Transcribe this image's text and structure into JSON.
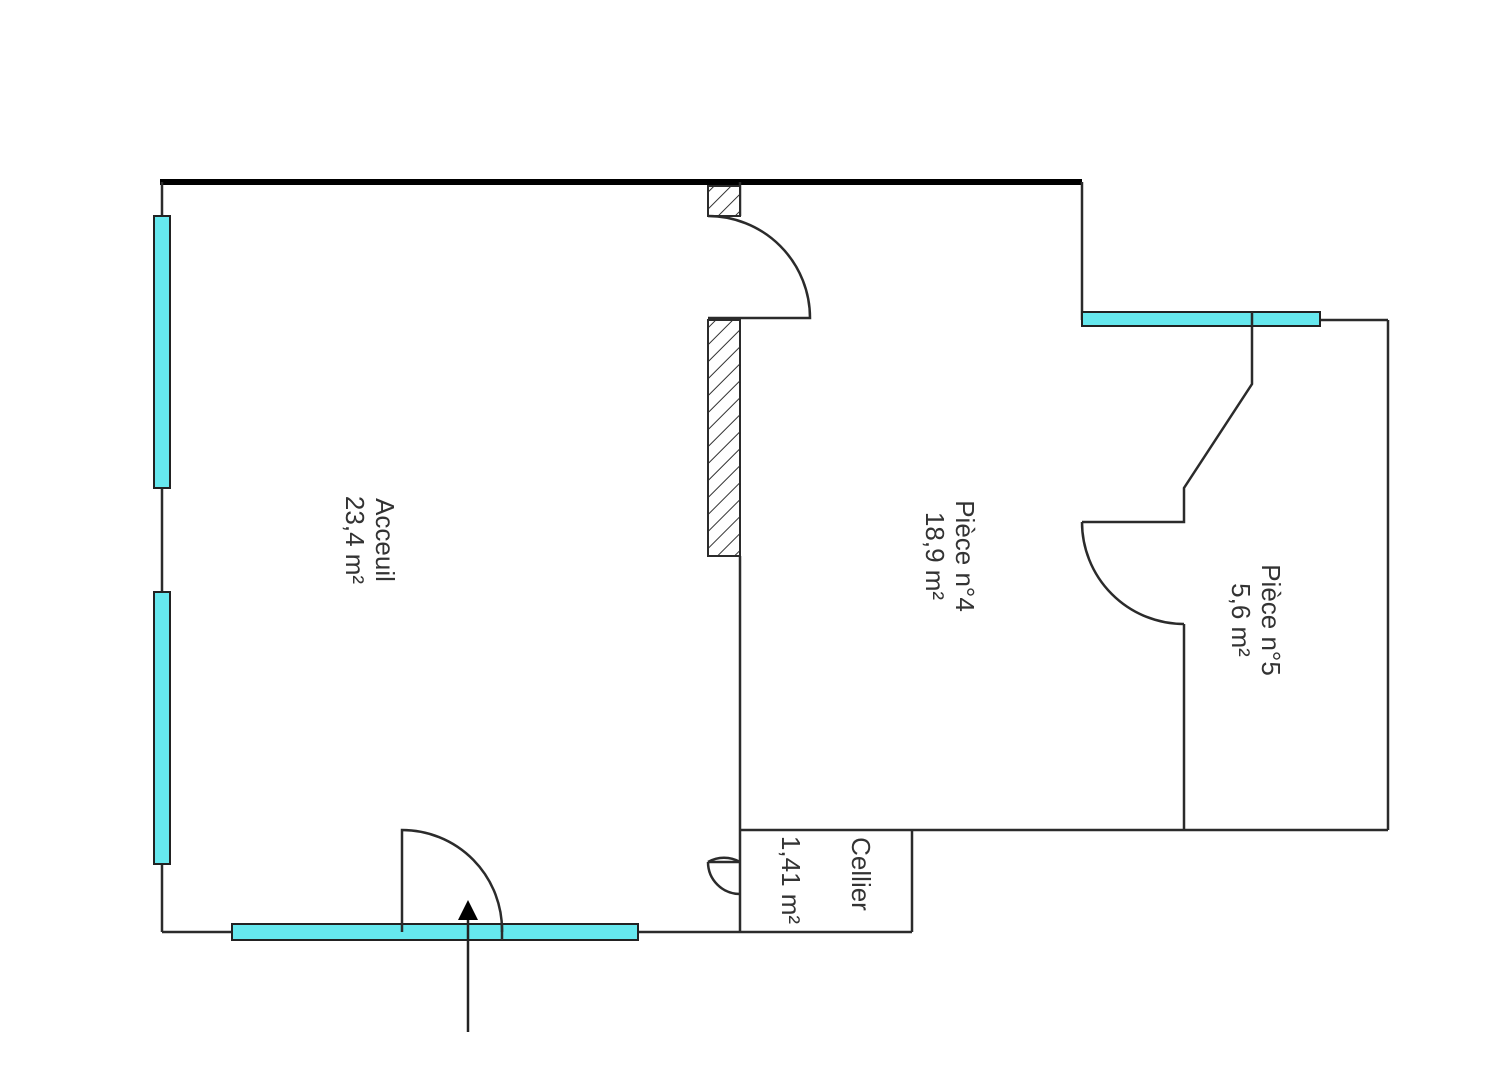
{
  "colors": {
    "window": "#66e8ee",
    "wall": "#2b2b2b",
    "hatch_fill": "#ffffff"
  },
  "rooms": [
    {
      "id": "acceuil",
      "name": "Acceuil",
      "area": "23,4  m²"
    },
    {
      "id": "piece4",
      "name": "Pièce n°4",
      "area": "18,9  m²"
    },
    {
      "id": "piece5",
      "name": "Pièce n°5",
      "area": "5,6  m²"
    },
    {
      "id": "cellier",
      "name": "Cellier",
      "area": "1,41  m²"
    }
  ],
  "icons": {
    "entrance": "entrance-arrow-icon"
  }
}
